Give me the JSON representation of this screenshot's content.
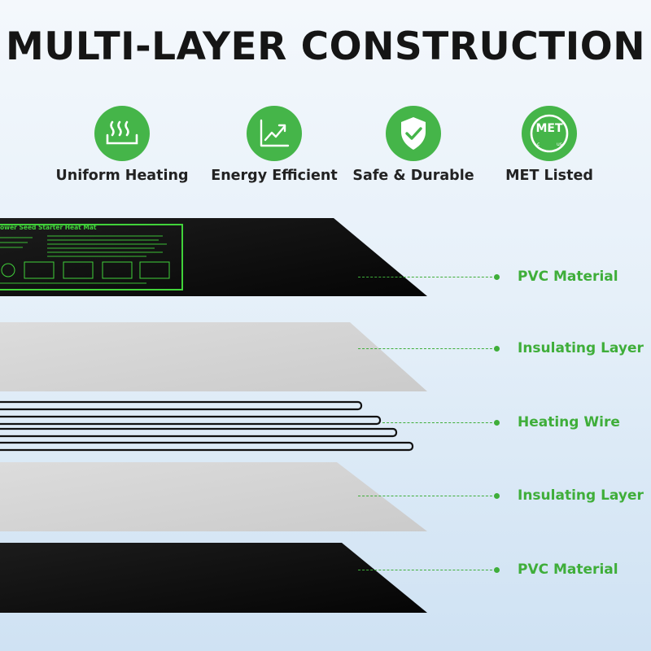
{
  "title": "MULTI-LAYER CONSTRUCTION",
  "features": [
    {
      "label": "Uniform Heating",
      "icon": "heat-waves-icon"
    },
    {
      "label": "Energy Efficient",
      "icon": "rising-chart-icon"
    },
    {
      "label": "Safe & Durable",
      "icon": "shield-check-icon"
    },
    {
      "label": "MET Listed",
      "icon": "met-certification-icon"
    }
  ],
  "met_logo": {
    "text": "MET",
    "c": "c",
    "us": "us"
  },
  "mat_label": {
    "title": "ower Seed Starter Heat Mat"
  },
  "layers": [
    {
      "label": "PVC Material"
    },
    {
      "label": "Insulating Layer"
    },
    {
      "label": "Heating Wire"
    },
    {
      "label": "Insulating Layer"
    },
    {
      "label": "PVC Material"
    }
  ],
  "colors": {
    "accent_green": "#45b549",
    "label_green": "#3fae3a",
    "pvc_black": "#111111",
    "insulation_gray": "#d8d8d8",
    "background": "#e6f0f9"
  }
}
